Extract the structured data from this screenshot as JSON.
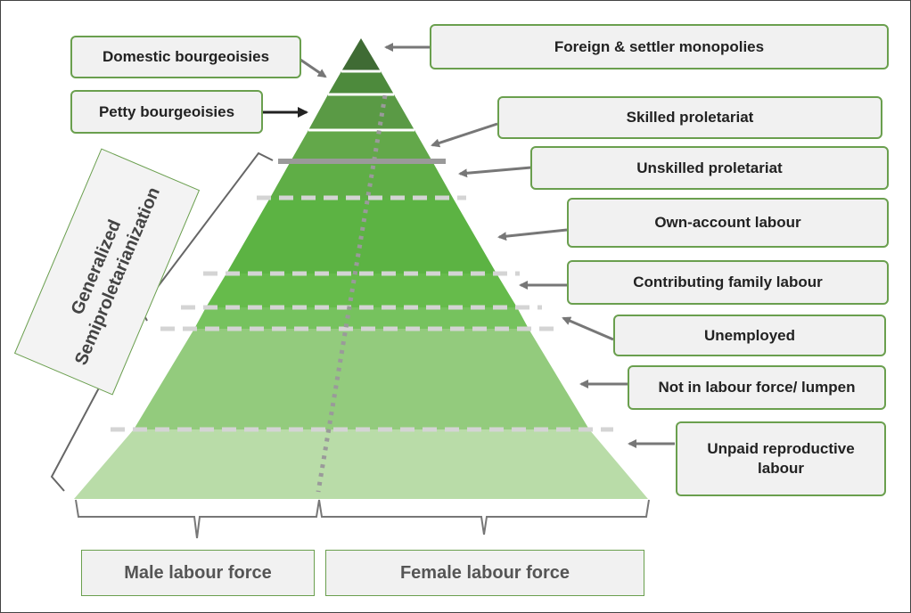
{
  "labels": {
    "foreign": "Foreign & settler monopolies",
    "domestic": "Domestic bourgeoisies",
    "petty": "Petty bourgeoisies",
    "skilled": "Skilled proletariat",
    "unskilled": "Unskilled proletariat",
    "own_account": "Own-account labour",
    "contributing": "Contributing family labour",
    "unemployed": "Unemployed",
    "not_in_lf": "Not in labour force/ lumpen",
    "unpaid": "Unpaid reproductive labour"
  },
  "side_label": {
    "line1": "Generalized",
    "line2": "Semiproletarianization"
  },
  "bottom": {
    "male": "Male labour force",
    "female": "Female labour force"
  },
  "colors": {
    "layer1": "#3f6b34",
    "layer2": "#4d8a3c",
    "layer3": "#5a9a45",
    "layer4": "#63a84a",
    "layer5": "#5cb343",
    "layer6": "#66bb4b",
    "layer7": "#76c25e",
    "layer8": "#93cb7d",
    "layer9": "#b9dca8",
    "border": "#6a9f4e",
    "arrow": "#777777"
  }
}
